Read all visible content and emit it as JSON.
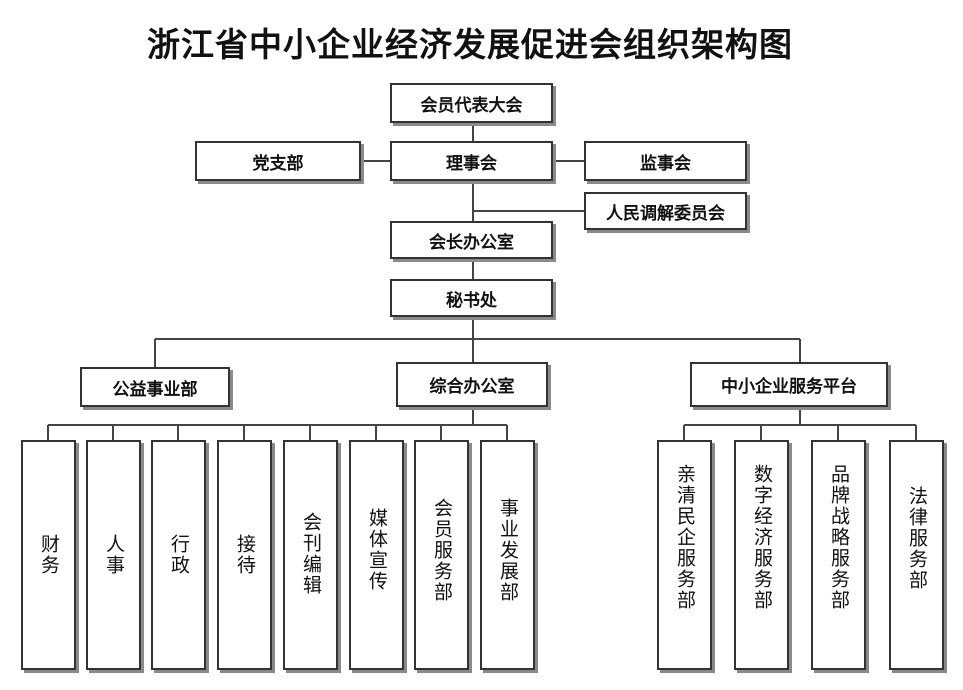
{
  "title": "浙江省中小企业经济发展促进会组织架构图",
  "nodes": {
    "assembly": "会员代表大会",
    "party": "党支部",
    "council": "理事会",
    "supervisory": "监事会",
    "mediation": "人民调解委员会",
    "president_office": "会长办公室",
    "secretariat": "秘书处",
    "public_welfare": "公益事业部",
    "general_office": "综合办公室",
    "sme_platform": "中小企业服务平台",
    "finance": "财务",
    "hr": "人事",
    "admin": "行政",
    "reception": "接待",
    "journal": "会刊编辑",
    "media": "媒体宣传",
    "member_service": "会员服务部",
    "business_dev": "事业发展部",
    "pro_business": "亲清民企服务部",
    "digital_economy": "数字经济服务部",
    "brand_strategy": "品牌战略服务部",
    "legal_service": "法律服务部"
  }
}
